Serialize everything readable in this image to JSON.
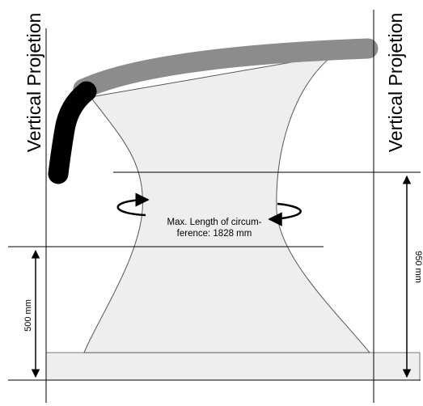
{
  "diagram": {
    "left_projection_label": "Vertical Projetion",
    "right_projection_label": "Vertical Projetion",
    "circumference_label_line1": "Max. Length of circum-",
    "circumference_label_line2": "ference: 1828 mm",
    "height_dimension_label": "500 mm",
    "total_height_dimension_label": "950 mm"
  },
  "colors": {
    "line": "#000000",
    "body_fill": "#eeeeee",
    "body_stroke": "#555555",
    "backrest_gray": "#8c8c8c",
    "backrest_black": "#000000",
    "base_fill": "#eeeeee",
    "base_stroke": "#777777"
  }
}
